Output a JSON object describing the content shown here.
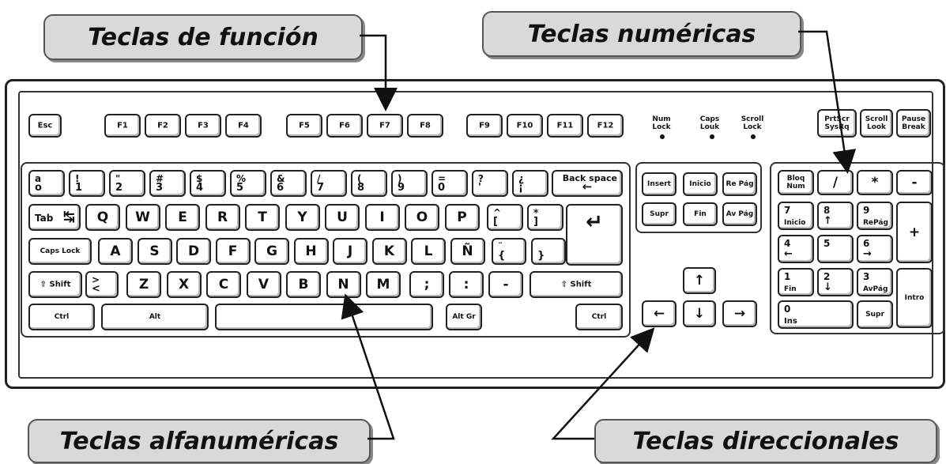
{
  "callouts": {
    "function": "Teclas de función",
    "numeric": "Teclas numéricas",
    "alphanumeric": "Teclas alfanuméricas",
    "directional": "Teclas direccionales"
  },
  "leds": {
    "num": "Num Lock",
    "caps": "Caps Louk",
    "scroll": "Scroll Lock"
  },
  "keys": {
    "esc": "Esc",
    "f1": "F1",
    "f2": "F2",
    "f3": "F3",
    "f4": "F4",
    "f5": "F5",
    "f6": "F6",
    "f7": "F7",
    "f8": "F8",
    "f9": "F9",
    "f10": "F10",
    "f11": "F11",
    "f12": "F12",
    "prtscr": "PrtScr SysRq",
    "scrolllock": "Scroll Look",
    "pause": "Pause Break",
    "row1": [
      {
        "t": "a",
        "b": "o"
      },
      {
        "t": "!",
        "b": "1"
      },
      {
        "t": "\"",
        "b": "2"
      },
      {
        "t": "#",
        "b": "3"
      },
      {
        "t": "$",
        "b": "4"
      },
      {
        "t": "%",
        "b": "5"
      },
      {
        "t": "&",
        "b": "6"
      },
      {
        "t": "/",
        "b": "7"
      },
      {
        "t": "(",
        "b": "8"
      },
      {
        "t": ")",
        "b": "9"
      },
      {
        "t": "=",
        "b": "0"
      },
      {
        "t": "?",
        "b": "'"
      },
      {
        "t": "¿",
        "b": "¡"
      }
    ],
    "backspace": "Back space",
    "tab": "Tab",
    "row2": [
      "Q",
      "W",
      "E",
      "R",
      "T",
      "Y",
      "U",
      "I",
      "O",
      "P"
    ],
    "row2extra": [
      {
        "t": "^",
        "b": "["
      },
      {
        "t": "*",
        "b": "]"
      }
    ],
    "caps": "Caps Lock",
    "row3": [
      "A",
      "S",
      "D",
      "F",
      "G",
      "H",
      "J",
      "K",
      "L",
      "Ñ"
    ],
    "row3extra": [
      {
        "t": "¨",
        "b": "{"
      },
      {
        "t": "",
        "b": "}"
      }
    ],
    "shift": "Shift",
    "lt": {
      "t": ">",
      "b": "<"
    },
    "row4": [
      "Z",
      "X",
      "C",
      "V",
      "B",
      "N",
      "M"
    ],
    "row4extra": [
      ";",
      ":",
      "-"
    ],
    "shift_r": "Shift",
    "ctrl": "Ctrl",
    "alt": "Alt",
    "altgr": "Alt Gr",
    "ctrl_r": "Ctrl",
    "insert": "Insert",
    "inicio": "Inicio",
    "repag": "Re Pág",
    "supr": "Supr",
    "fin": "Fin",
    "avpag": "Av Pág",
    "bloqnum": "Bloq Num",
    "slash": "/",
    "star": "*",
    "minus": "-",
    "plus": "+",
    "n7": "7",
    "n7s": "Inicio",
    "n8": "8",
    "n9": "9",
    "n9s": "RePág",
    "n4": "4",
    "n5": "5",
    "n6": "6",
    "n1": "1",
    "n1s": "Fin",
    "n2": "2",
    "n3": "3",
    "n3s": "AvPág",
    "intro": "Intro",
    "n0": "0",
    "n0s": "Ins",
    "ndot": "Supr"
  }
}
